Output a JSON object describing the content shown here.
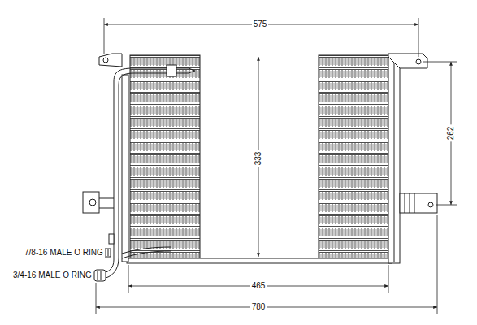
{
  "diagram": {
    "labels": [
      "575",
      "262",
      "333",
      "465",
      "780",
      "7/8-16 MALE O RING",
      "3/4-16 MALE O RING"
    ]
  }
}
